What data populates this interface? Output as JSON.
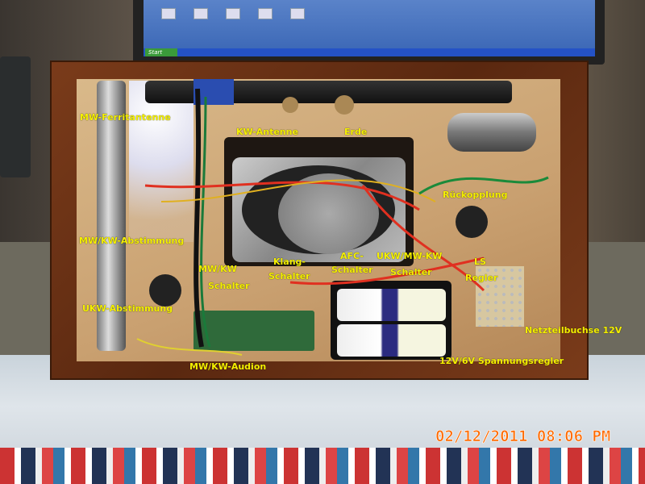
{
  "labels": {
    "mw_ferritantenne": "MW-Ferritantenne",
    "kw_antenne": "KW-Antenne",
    "erde": "Erde",
    "rueckopplung": "Rückopplung",
    "mw_kw_abstimmung": "MW/KW-Abstimmung",
    "mw_kw_schalter_1": "MW/KW",
    "mw_kw_schalter_2": "Schalter",
    "klang_1": "Klang-",
    "klang_2": "Schalter",
    "afc_1": "AFC-",
    "afc_2": "Schalter",
    "ukw_mw_kw_1": "UKW/MW-KW",
    "ukw_mw_kw_2": "Schalter",
    "ls_1": "LS",
    "ls_2": "Regler",
    "ukw_abstimmung": "UKW-Abstimmung",
    "netzteilbuchse": "Netzteilbuchse 12V",
    "spannungsregler": "12V/6V Spannungsregler",
    "audion": "MW/KW-Audion"
  },
  "date_stamp": "02/12/2011 08:06 PM",
  "taskbar": {
    "start_label": "Start"
  },
  "colors": {
    "label": "#f5f000",
    "stamp": "#ff6a00"
  }
}
